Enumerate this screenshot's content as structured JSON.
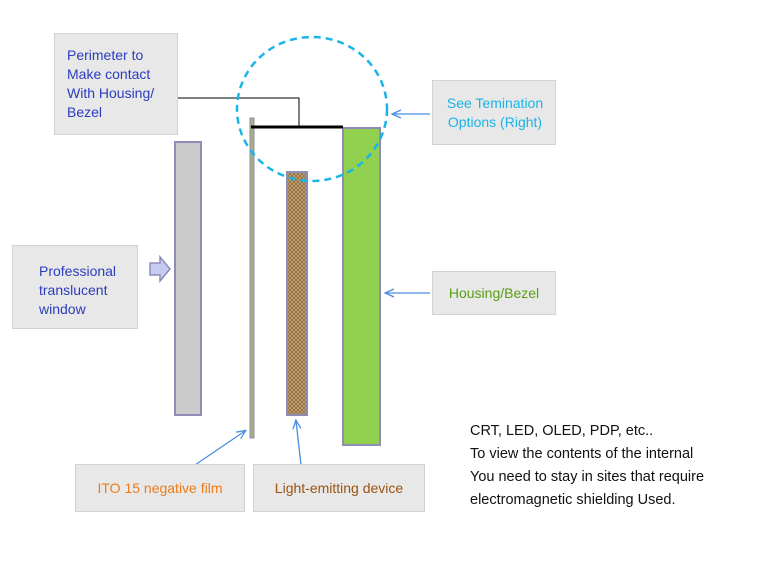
{
  "labels": {
    "perimeter": "Perimeter to\nMake contact\nWith Housing/\nBezel",
    "window": "Professional\ntranslucent\nwindow",
    "termination": "See Temination\nOptions (Right)",
    "housing": "Housing/Bezel",
    "ito": "ITO 15 negative film",
    "light_emitting": "Light-emitting device"
  },
  "note_lines": [
    "CRT, LED, OLED, PDP, etc..",
    "To view the contents of the internal",
    "You need to stay in sites that require",
    "electromagnetic shielding Used."
  ],
  "colors": {
    "blue_label": "#2a3dbd",
    "cyan_label": "#19b5e6",
    "green_label": "#5a9e10",
    "orange_label": "#f07b17",
    "brown_label": "#9a5410",
    "window_fill": "#cbcbcb",
    "layer_border": "#8d8db8",
    "housing_fill": "#92d050",
    "device_fill": "#c9a777",
    "arrow": "#4a8fe0"
  },
  "icons": {
    "window_pointer": "block-arrow-right-icon"
  }
}
